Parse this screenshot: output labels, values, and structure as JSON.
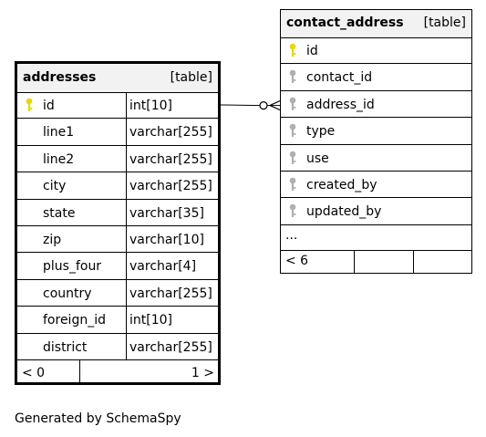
{
  "tables": {
    "addresses": {
      "name": "addresses",
      "tag": "[table]",
      "columns": [
        {
          "name": "id",
          "type": "int[10]",
          "key": "primary"
        },
        {
          "name": "line1",
          "type": "varchar[255]",
          "key": ""
        },
        {
          "name": "line2",
          "type": "varchar[255]",
          "key": ""
        },
        {
          "name": "city",
          "type": "varchar[255]",
          "key": ""
        },
        {
          "name": "state",
          "type": "varchar[35]",
          "key": ""
        },
        {
          "name": "zip",
          "type": "varchar[10]",
          "key": ""
        },
        {
          "name": "plus_four",
          "type": "varchar[4]",
          "key": ""
        },
        {
          "name": "country",
          "type": "varchar[255]",
          "key": ""
        },
        {
          "name": "foreign_id",
          "type": "int[10]",
          "key": ""
        },
        {
          "name": "district",
          "type": "varchar[255]",
          "key": ""
        }
      ],
      "parents": "< 0",
      "children": "1 >"
    },
    "contact_address": {
      "name": "contact_address",
      "tag": "[table]",
      "columns": [
        {
          "name": "id",
          "key": "primary"
        },
        {
          "name": "contact_id",
          "key": "foreign"
        },
        {
          "name": "address_id",
          "key": "foreign"
        },
        {
          "name": "type",
          "key": "foreign"
        },
        {
          "name": "use",
          "key": "foreign"
        },
        {
          "name": "created_by",
          "key": "foreign"
        },
        {
          "name": "updated_by",
          "key": "foreign"
        }
      ],
      "more": "...",
      "parents": "< 6"
    }
  },
  "relationship": {
    "from": "addresses.id",
    "to": "contact_address.address_id"
  },
  "footer": "Generated by SchemaSpy",
  "colors": {
    "primary_key": "#e8d800",
    "foreign_key": "#b0b0b0",
    "header": "#f2f2f2"
  }
}
